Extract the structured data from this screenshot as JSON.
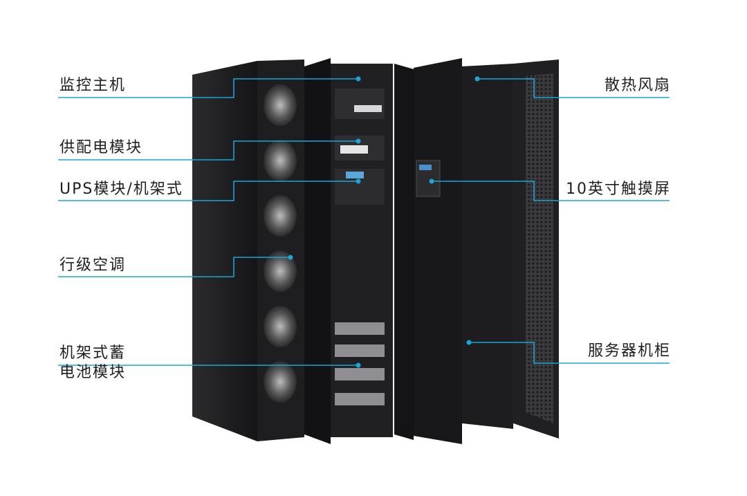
{
  "labels": {
    "left": [
      {
        "id": "monitor-host",
        "text": "监控主机"
      },
      {
        "id": "power-module",
        "text": "供配电模块"
      },
      {
        "id": "ups-module",
        "text": "UPS模块/机架式"
      },
      {
        "id": "row-ac",
        "text": "行级空调"
      },
      {
        "id": "battery-module",
        "line1": "机架式蓄",
        "line2": "电池模块"
      }
    ],
    "right": [
      {
        "id": "fan",
        "text": "散热风扇"
      },
      {
        "id": "touchscreen",
        "text": "10英寸触摸屏"
      },
      {
        "id": "server-cabinet",
        "text": "服务器机柜"
      }
    ]
  },
  "colors": {
    "leader_line": "#1aa6d9",
    "label_text": "#1f1f1f",
    "cabinet_dark": "#1b1b1d",
    "cabinet_mid": "#2a2a2c",
    "fan_grey": "#8a8a8a"
  }
}
